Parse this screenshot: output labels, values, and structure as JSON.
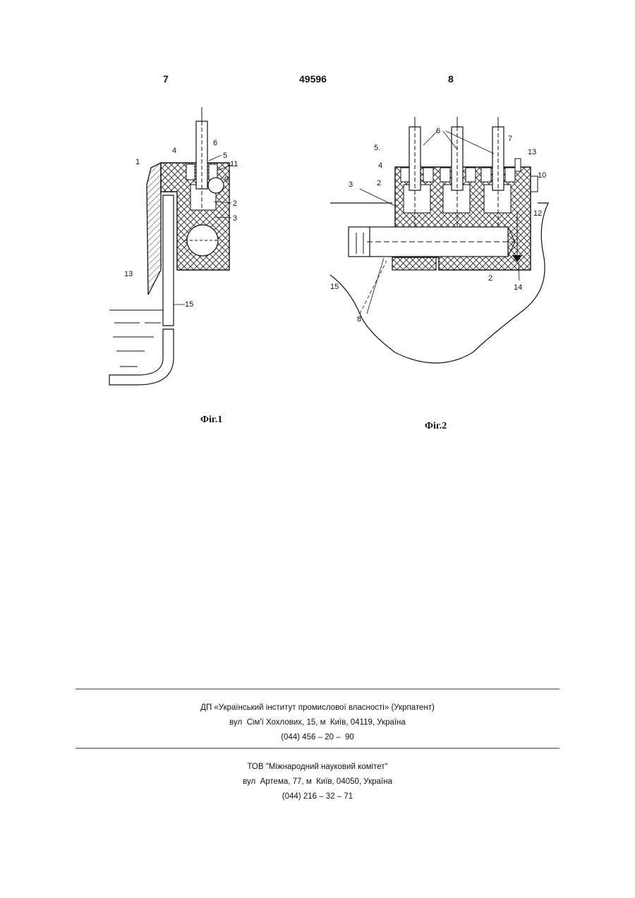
{
  "header": {
    "page_left": "7",
    "patent_number": "49596",
    "page_right": "8"
  },
  "fig1": {
    "caption": "Фіг.1",
    "labels": {
      "l1": "1",
      "l4": "4",
      "l5": "5",
      "l6": "6",
      "l11": "11",
      "l9": "9",
      "l2": "2",
      "l3": "3",
      "l13": "13",
      "l15": "15"
    }
  },
  "fig2": {
    "caption": "Фіг.2",
    "labels": {
      "l5": "5.",
      "l6": "6",
      "l7": "7",
      "l13": "13",
      "l4": "4",
      "l2a": "2",
      "l10": "10",
      "l3": "3",
      "l12": "12",
      "l15": "15",
      "l2b": "2",
      "l14": "14",
      "l8": "8"
    }
  },
  "footer": {
    "org1_name": "ДП «Український інститут промислової власності» (Укрпатент)",
    "org1_address": "вул  Сім'ї Хохлових, 15, м  Київ, 04119, Україна",
    "org1_phone": "(044) 456 – 20 –  90",
    "org2_name": "ТОВ \"Міжнародний науковий комітет\"",
    "org2_address": "вул  Артема, 77, м  Київ, 04050, Україна",
    "org2_phone": "(044) 216 – 32 – 71"
  }
}
